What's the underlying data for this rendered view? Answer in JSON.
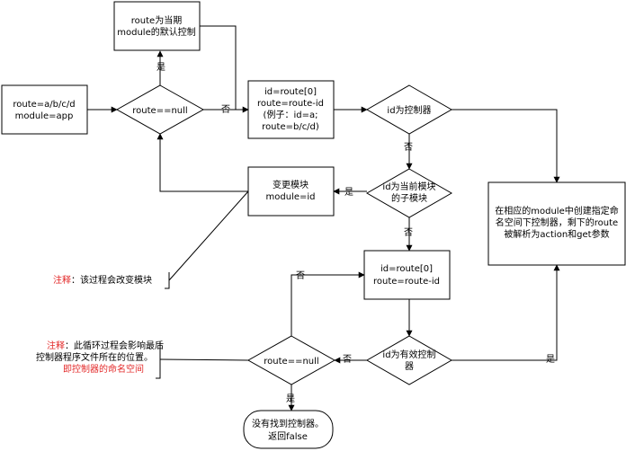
{
  "nodes": {
    "start": {
      "lines": [
        "route=a/b/c/d",
        "module=app"
      ]
    },
    "default_ctrl": {
      "lines": [
        "route为当期",
        "module的默认控制"
      ]
    },
    "route_null_1": {
      "lines": [
        "route==null"
      ]
    },
    "split_route": {
      "lines": [
        "id=route[0]",
        "route=route-id",
        "(例子：id=a;",
        "route=b/c/d)"
      ]
    },
    "is_controller": {
      "lines": [
        "id为控制器"
      ]
    },
    "create_ctrl": {
      "lines": [
        "在相应的module中创建指定命",
        "名空间下控制器，剩下的route",
        "被解析为action和get参数"
      ]
    },
    "is_submodule": {
      "lines": [
        "id为当前模块",
        "的子模块"
      ]
    },
    "change_module": {
      "lines": [
        "变更模块",
        "module=id"
      ]
    },
    "split_route_2": {
      "lines": [
        "id=route[0]",
        "route=route-id"
      ]
    },
    "is_valid_ctrl": {
      "lines": [
        "id为有效控制",
        "器"
      ]
    },
    "route_null_2": {
      "lines": [
        "route==null"
      ]
    },
    "not_found": {
      "lines": [
        "没有找到控制器。",
        "返回false"
      ]
    }
  },
  "edge_labels": {
    "yes": "是",
    "no": "否"
  },
  "notes": {
    "note1": {
      "prefix": "注释",
      "colon": "：",
      "text": "该过程会改变模块"
    },
    "note2": {
      "prefix": "注释",
      "colon": "：",
      "line1": "此循环过程会影响最后",
      "line2": "控制器程序文件所在的位置。",
      "line3": "即控制器的命名空间"
    }
  }
}
